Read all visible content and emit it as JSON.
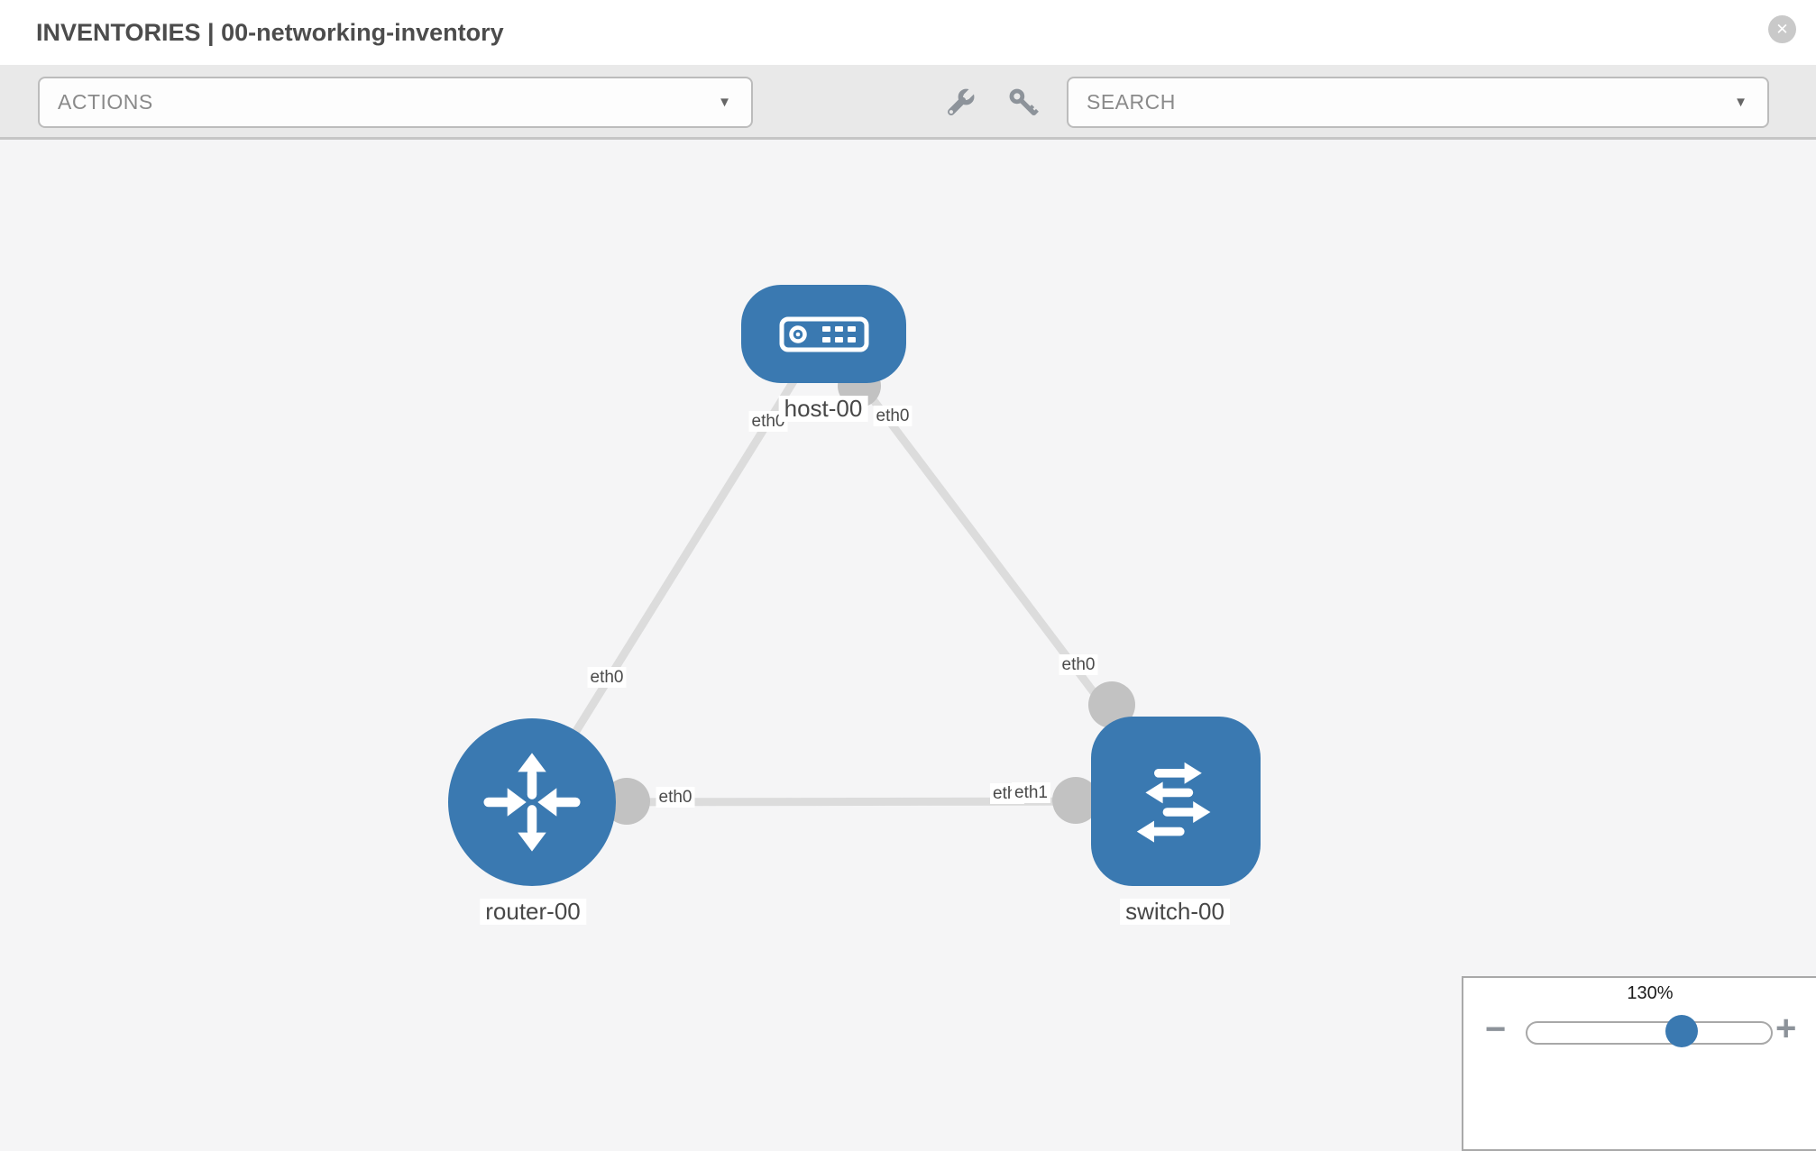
{
  "header": {
    "title": "INVENTORIES | 00-networking-inventory"
  },
  "toolbar": {
    "actions_label": "ACTIONS",
    "search_placeholder": "SEARCH",
    "tool_icons": [
      "wrench-icon",
      "key-icon"
    ]
  },
  "icons": {
    "caret": "▼",
    "close": "✕",
    "minus": "−",
    "plus": "+"
  },
  "topology": {
    "nodes": [
      {
        "id": "host-00",
        "type": "host",
        "label": "host-00"
      },
      {
        "id": "router-00",
        "type": "router",
        "label": "router-00"
      },
      {
        "id": "switch-00",
        "type": "switch",
        "label": "switch-00"
      }
    ],
    "links": [
      {
        "from": "host-00",
        "from_if": "eth0",
        "to": "router-00",
        "to_if": "eth0"
      },
      {
        "from": "host-00",
        "from_if": "eth0",
        "to": "switch-00",
        "to_if": "eth0"
      },
      {
        "from": "router-00",
        "from_if": "eth0",
        "to": "switch-00",
        "to_if": "eth1",
        "occluded_if_label": "eth0"
      }
    ]
  },
  "zoom_control": {
    "level": "130%"
  },
  "colors": {
    "node_blue": "#3a79b1",
    "link_gray": "#dcdcdc",
    "dot_gray": "#c2c2c2",
    "toolbar_gray": "#e9e9e9",
    "label_text": "#4a4a4a"
  }
}
